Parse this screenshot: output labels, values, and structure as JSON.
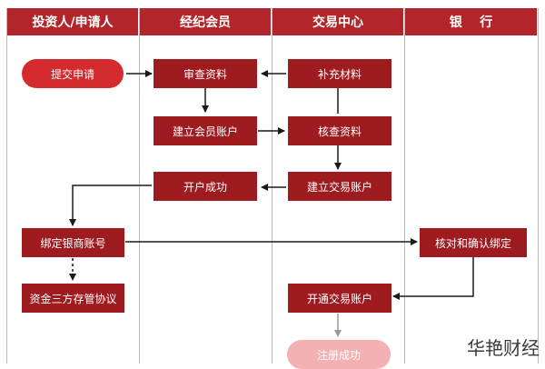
{
  "columns": [
    "投资人/申请人",
    "经纪会员",
    "交易中心",
    "银    行"
  ],
  "nodes": {
    "submit": "提交申请",
    "review": "审查资料",
    "supplement": "补充材料",
    "create_member_account": "建立会员账户",
    "verify": "核查资料",
    "open_success": "开户成功",
    "create_trade_account": "建立交易账户",
    "bind_bank": "绑定银商账号",
    "bank_confirm": "核对和确认绑定",
    "depository": "资金三方存管协议",
    "activate_trade": "开通交易账户",
    "register_success": "注册成功"
  },
  "watermark": "华艳财经",
  "colors": {
    "header": "#b2262b",
    "node": "#9e1b1f",
    "pill": "#d42b2f",
    "pale": "#f4b1b3"
  }
}
